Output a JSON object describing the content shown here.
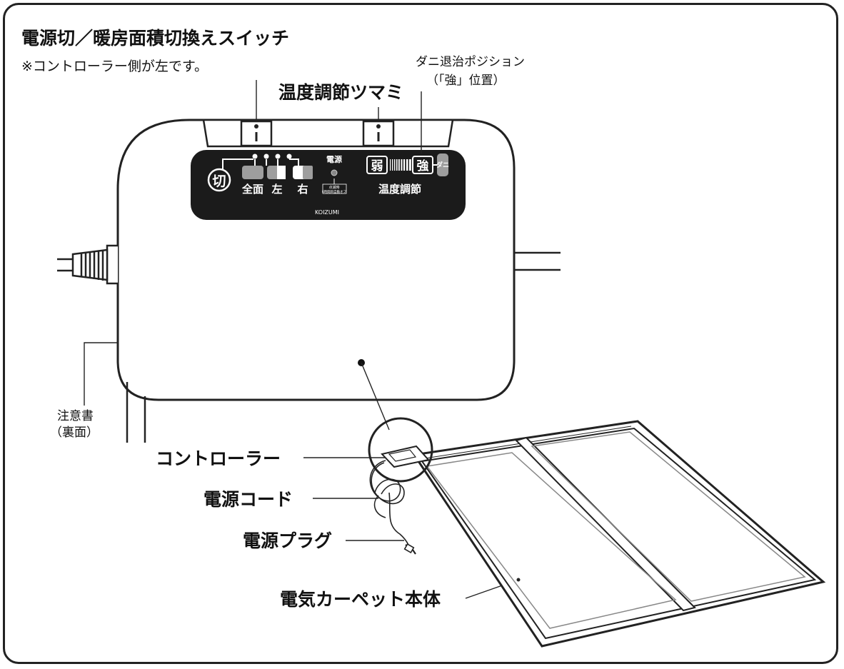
{
  "labels": {
    "switch_title": "電源切／暖房面積切換えスイッチ",
    "switch_note": "※コントローラー側が左です。",
    "dial_title": "温度調節ツマミ",
    "mite_line1": "ダニ退治ポジション",
    "mite_line2": "（「強」位置）",
    "caution_line1": "注意書",
    "caution_line2": "（裏面）",
    "controller": "コントローラー",
    "power_cord": "電源コード",
    "power_plug": "電源プラグ",
    "carpet_body": "電気カーペット本体"
  },
  "panel": {
    "off_symbol": "切",
    "btn_all": "全面",
    "btn_left": "左",
    "btn_right": "右",
    "power_label": "電源",
    "power_note_1": "点滅時",
    "power_note_2": "6時間目自動オフ",
    "weak": "弱",
    "strong": "強",
    "mite": "ダニ",
    "temp_label": "温度調節",
    "brand": "KOIZUMI"
  }
}
